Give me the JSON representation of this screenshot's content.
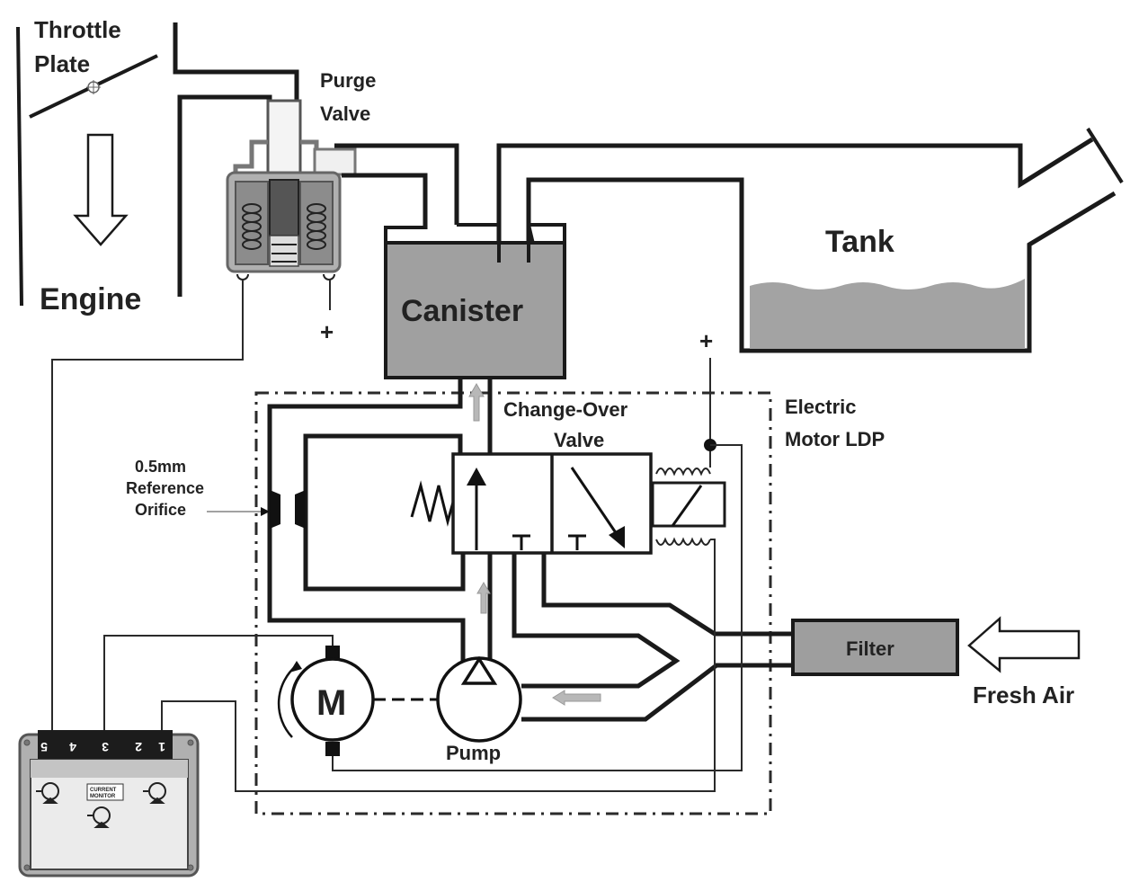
{
  "labels": {
    "throttle_plate": [
      "Throttle",
      "Plate"
    ],
    "engine": "Engine",
    "purge_valve": [
      "Purge",
      "Valve"
    ],
    "canister": "Canister",
    "tank": "Tank",
    "change_over_valve": [
      "Change-Over",
      "Valve"
    ],
    "electric_motor_ldp": [
      "Electric",
      "Motor LDP"
    ],
    "reference_orifice": [
      "0.5mm",
      "Reference",
      "Orifice"
    ],
    "filter": "Filter",
    "fresh_air": "Fresh Air",
    "pump": "Pump",
    "motor_symbol": "M",
    "positive_terminal": "+",
    "current_monitor": [
      "CURRENT",
      "MONITOR"
    ]
  },
  "ecu": {
    "pins": [
      "5",
      "4",
      "3",
      "2",
      "1"
    ]
  },
  "colors": {
    "line": "#1a1a1a",
    "fill_gray": "#9a9a9a",
    "tank_liquid": "#a3a3a3",
    "flow_arrow": "#b8b8b8",
    "ecu_frame": "#a8a8a8",
    "ecu_pins": "#1c1c1c"
  }
}
